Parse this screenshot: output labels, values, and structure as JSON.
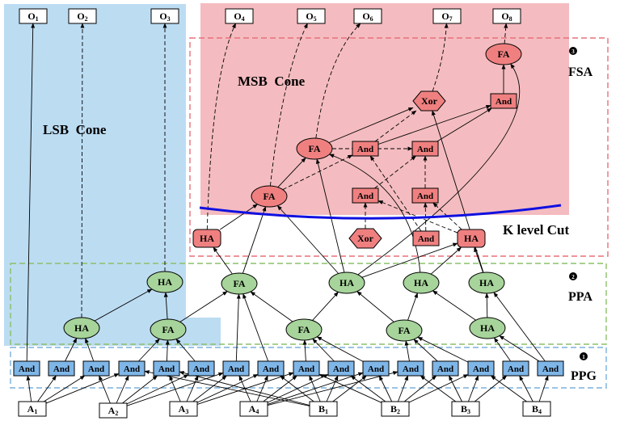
{
  "inputs": {
    "a": [
      "A1",
      "A2",
      "A3",
      "A4"
    ],
    "b": [
      "B1",
      "B2",
      "B3",
      "B4"
    ]
  },
  "outputs": [
    "O1",
    "O2",
    "O3",
    "O4",
    "O5",
    "O6",
    "O7",
    "O8"
  ],
  "labels": {
    "lsb_cone": "LSB  Cone",
    "msb_cone": "MSB  Cone",
    "k_level_cut": "K level Cut",
    "stages": [
      {
        "num": "3",
        "name": "FSA"
      },
      {
        "num": "2",
        "name": "PPA"
      },
      {
        "num": "1",
        "name": "PPG"
      }
    ]
  },
  "gates": {
    "and": "And",
    "ha": "HA",
    "fa": "FA",
    "xor": "Xor"
  },
  "colors": {
    "lsb_region": "#bcdcf2",
    "msb_region": "#f4bcc0",
    "fsa_border": "#e8707a",
    "ppa_border": "#8cc068",
    "ppg_border": "#7ab0dc",
    "ppg_fill": "#7fb6e8",
    "ppa_fill": "#a6d49a",
    "fsa_fill": "#f08080",
    "cut_line": "#1010e0"
  }
}
